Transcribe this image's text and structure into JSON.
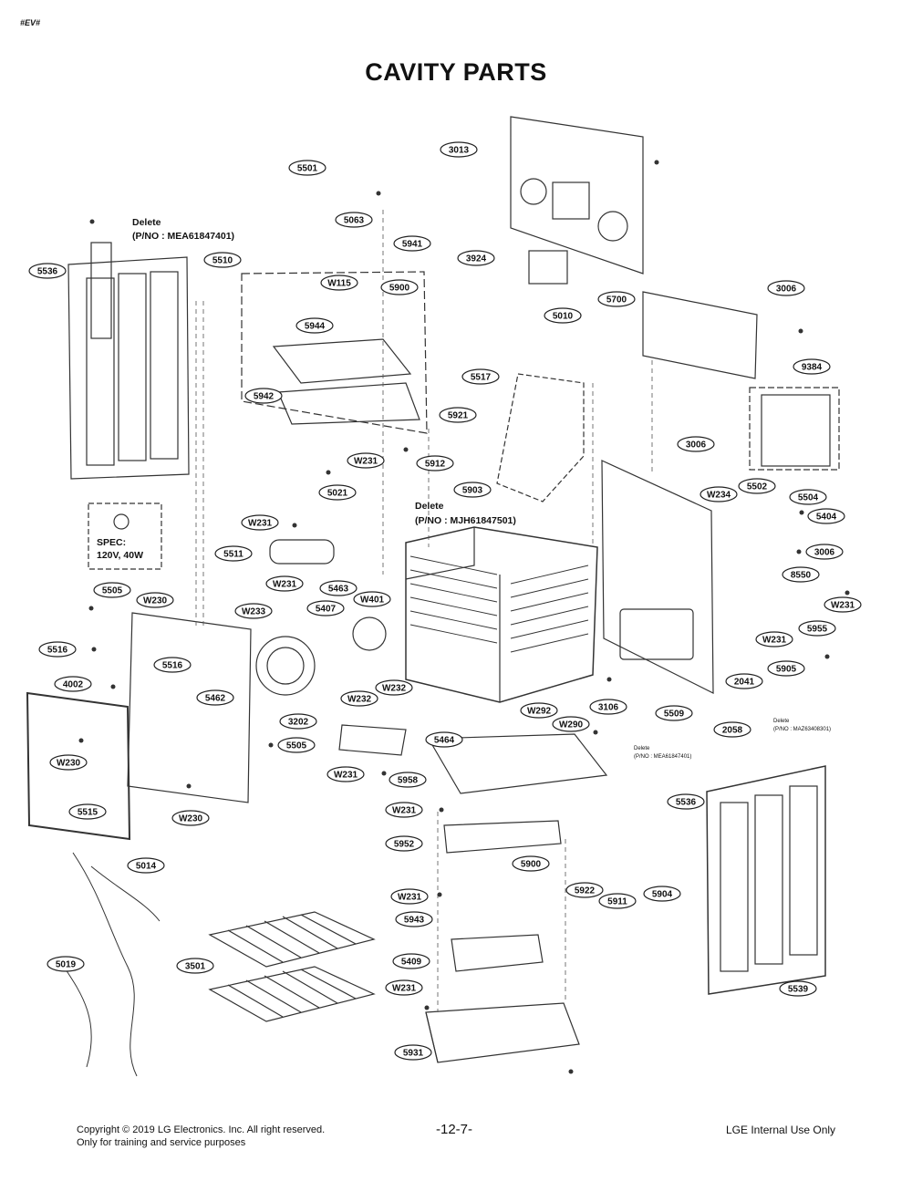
{
  "header": {
    "corner_tag": "#EV#",
    "title": "CAVITY PARTS"
  },
  "callouts": [
    "3013",
    "5501",
    "5063",
    "5941",
    "3924",
    "5536",
    "5510",
    "W115",
    "5900",
    "5700",
    "3006",
    "5010",
    "5944",
    "9384",
    "5517",
    "5942",
    "5921",
    "3006",
    "W231",
    "5912",
    "5502",
    "W234",
    "5504",
    "5021",
    "5903",
    "5404",
    "W231",
    "5511",
    "3006",
    "W231",
    "5463",
    "8550",
    "5505",
    "W230",
    "W231",
    "W233",
    "5407",
    "W401",
    "5516",
    "5516",
    "5955",
    "5462",
    "4002",
    "W231",
    "5905",
    "W232",
    "W232",
    "2041",
    "3202",
    "3106",
    "5509",
    "W292",
    "W290",
    "5505",
    "5464",
    "2058",
    "W230",
    "W231",
    "5958",
    "5515",
    "W230",
    "5536",
    "W231",
    "5952",
    "5014",
    "5900",
    "W231",
    "5922",
    "5904",
    "5911",
    "5943",
    "5019",
    "3501",
    "5409",
    "W231",
    "5539",
    "5931"
  ],
  "notes": {
    "delete_top_left": {
      "line1": "Delete",
      "line2": "(P/NO : MEA61847401)"
    },
    "delete_center": {
      "line1": "Delete",
      "line2": "(P/NO : MJH61847501)"
    },
    "delete_right_small": {
      "line1": "Delete",
      "line2": "(P/NO : MEA61847401)"
    },
    "delete_right_small2": {
      "line1": "Delete",
      "line2": "(P/NO : MAZ63408301)"
    },
    "spec": {
      "line1": "SPEC:",
      "line2": "120V, 40W"
    }
  },
  "footer": {
    "copyright": "Copyright © 2019 LG Electronics. Inc. All right reserved.",
    "training": "Only for training and service purposes",
    "page": "-12-7-",
    "internal": "LGE Internal Use Only"
  }
}
